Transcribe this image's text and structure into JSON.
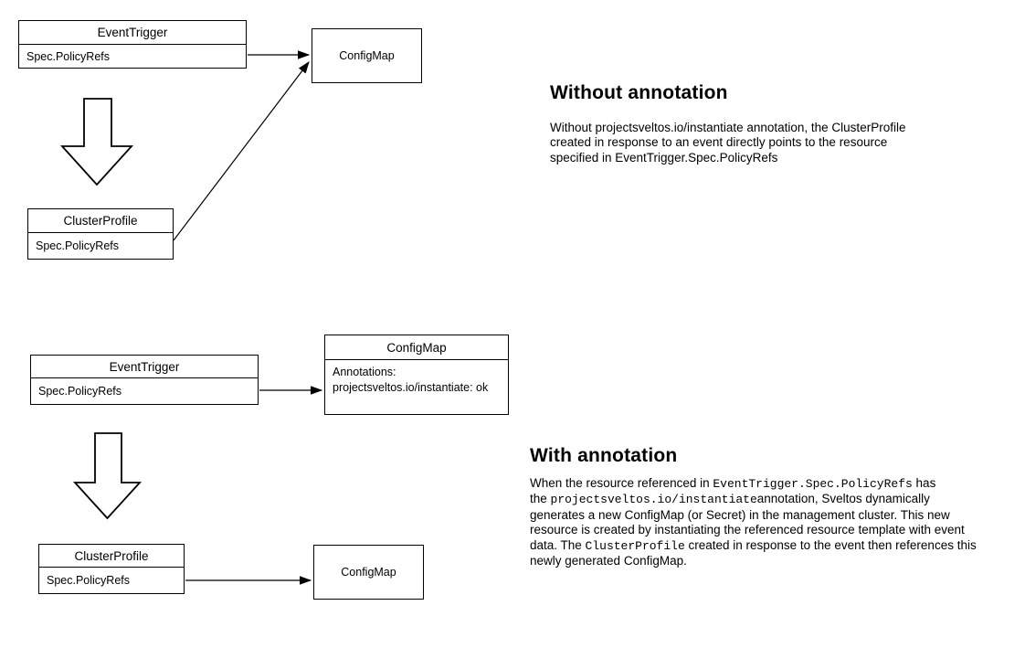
{
  "colors": {
    "background": "#ffffff",
    "line": "#000000",
    "text": "#000000"
  },
  "diagrams": {
    "without": {
      "event_trigger": {
        "title": "EventTrigger",
        "field": "Spec.PolicyRefs"
      },
      "config_map": {
        "title": "ConfigMap"
      },
      "cluster_profile": {
        "title": "ClusterProfile",
        "field": "Spec.PolicyRefs"
      }
    },
    "with": {
      "event_trigger": {
        "title": "EventTrigger",
        "field": "Spec.PolicyRefs"
      },
      "config_map_annotated": {
        "title": "ConfigMap",
        "annotation_text": "Annotations:\nprojectsveltos.io/instantiate: ok"
      },
      "cluster_profile": {
        "title": "ClusterProfile",
        "field": "Spec.PolicyRefs"
      },
      "config_map": {
        "title": "ConfigMap"
      }
    }
  },
  "sections": {
    "without": {
      "heading": "Without annotation",
      "paragraph": "Without projectsveltos.io/instantiate annotation, the ClusterProfile\ncreated in response to an event directly points to the resource\nspecified in EventTrigger.Spec.PolicyRefs"
    },
    "with": {
      "heading": "With annotation",
      "segments": [
        {
          "t": "When the resource referenced in "
        },
        {
          "t": "EventTrigger.Spec.PolicyRefs",
          "mono": true
        },
        {
          "t": " has\nthe "
        },
        {
          "t": "projectsveltos.io/instantiate",
          "mono": true
        },
        {
          "t": "annotation, Sveltos dynamically\ngenerates a new ConfigMap (or Secret) in the management cluster. This new\nresource is created by instantiating the referenced resource template with event\ndata. The "
        },
        {
          "t": "ClusterProfile",
          "mono": true
        },
        {
          "t": " created in response to the event then references this\nnewly generated ConfigMap."
        }
      ]
    }
  }
}
